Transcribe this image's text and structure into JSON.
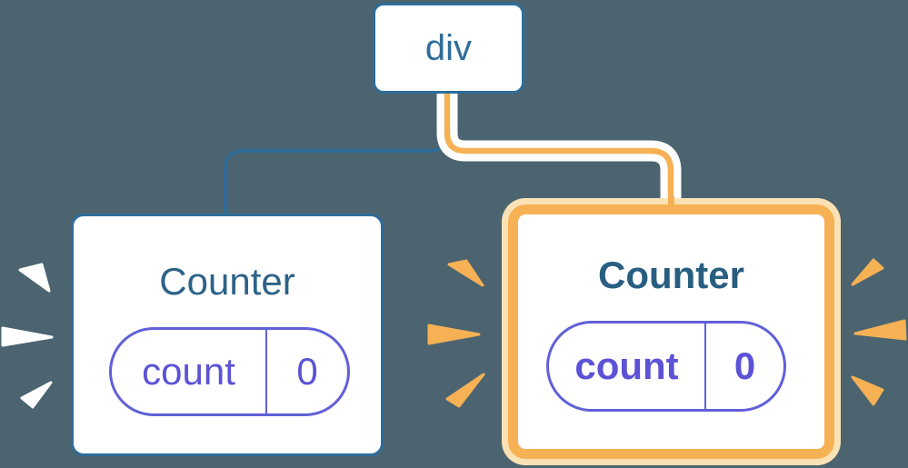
{
  "diagram": {
    "description": "React component tree: a div parent with two Counter children; the right Counter re-renders (highlighted)",
    "tree": {
      "root": {
        "label": "div"
      },
      "children": [
        {
          "title": "Counter",
          "state": {
            "key": "count",
            "value": "0"
          },
          "highlighted": false
        },
        {
          "title": "Counter",
          "state": {
            "key": "count",
            "value": "0"
          },
          "highlighted": true
        }
      ]
    },
    "icons": {
      "left_sparks": "burst-ray-icon x3 (white, left of left Counter)",
      "right_sparks": "burst-ray-icon x6 (orange, both sides of right Counter)"
    }
  },
  "colors": {
    "slate_bg": "#4B6470",
    "node_blue": "#2E6D9A",
    "title_blue": "#2E6388",
    "title_blue_bold": "#285E80",
    "purple_border": "#6060D8",
    "purple_text": "#5C52D6",
    "orange": "#F6B155",
    "cream": "#FBE2B4",
    "white": "#FFFFFF"
  }
}
